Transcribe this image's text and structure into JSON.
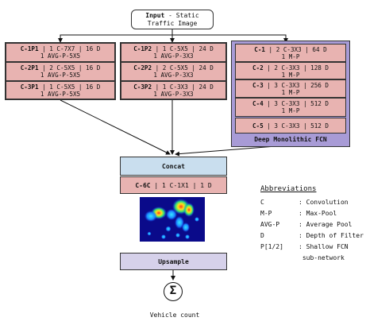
{
  "input": {
    "bold": "Input",
    "rest": " - Static",
    "line2": "Traffic Image"
  },
  "columns": [
    {
      "rows": [
        {
          "id": "C-1P1",
          "spec": " | 1 C-7X7 | 16 D",
          "pool": "1 AVG-P-5X5"
        },
        {
          "id": "C-2P1",
          "spec": " | 2 C-5X5 | 16 D",
          "pool": "1 AVG-P-5X5"
        },
        {
          "id": "C-3P1",
          "spec": " | 1 C-5X5 | 16 D",
          "pool": "1 AVG-P-5X5"
        }
      ]
    },
    {
      "rows": [
        {
          "id": "C-1P2",
          "spec": " | 1 C-5X5 | 24 D",
          "pool": "1 AVG-P-3X3"
        },
        {
          "id": "C-2P2",
          "spec": " | 2 C-5X5 | 24 D",
          "pool": "1 AVG-P-3X3"
        },
        {
          "id": "C-3P2",
          "spec": " | 1 C-3X3 | 24 D",
          "pool": "1 AVG-P-3X3"
        }
      ]
    }
  ],
  "deep": {
    "rows": [
      {
        "id": "C-1",
        "spec": " | 2 C-3X3 | 64 D",
        "pool": "1 M-P"
      },
      {
        "id": "C-2",
        "spec": " | 2 C-3X3 | 128 D",
        "pool": "1 M-P"
      },
      {
        "id": "C-3",
        "spec": " | 3 C-3X3 | 256 D",
        "pool": "1 M-P"
      },
      {
        "id": "C-4",
        "spec": " | 3 C-3X3 | 512 D",
        "pool": "1 M-P"
      },
      {
        "id": "C-5",
        "spec": " | 3 C-3X3 | 512 D",
        "pool": ""
      }
    ],
    "label": "Deep Monolithic FCN"
  },
  "concat": {
    "label": "Concat"
  },
  "c6c": {
    "id": "C-6C",
    "spec": " | 1 C-1X1 | 1 D"
  },
  "upsample": {
    "label": "Upsample"
  },
  "sum_symbol": "Σ",
  "output_label": "Vehicle count",
  "abbreviations": {
    "title": "Abbreviations",
    "items": [
      {
        "key": "C",
        "value": ": Convolution"
      },
      {
        "key": "M-P",
        "value": ": Max-Pool"
      },
      {
        "key": "AVG-P",
        "value": ": Average Pool"
      },
      {
        "key": "D",
        "value": ": Depth of Filter"
      },
      {
        "key": "P[1/2]",
        "value": ": Shallow FCN"
      },
      {
        "key": "",
        "value": "  sub-network"
      }
    ]
  },
  "colors": {
    "conv_cell": "#e8b3b1",
    "deep_panel": "#a89bd6",
    "concat": "#c9deee",
    "upsample": "#d6d1ea",
    "heatmap_bg": "#0a0a8a"
  }
}
